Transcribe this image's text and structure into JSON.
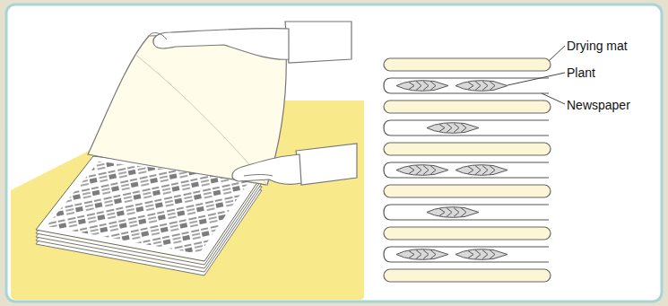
{
  "diagram": {
    "labels": [
      "Drying mat",
      "Plant",
      "Newspaper"
    ]
  }
}
